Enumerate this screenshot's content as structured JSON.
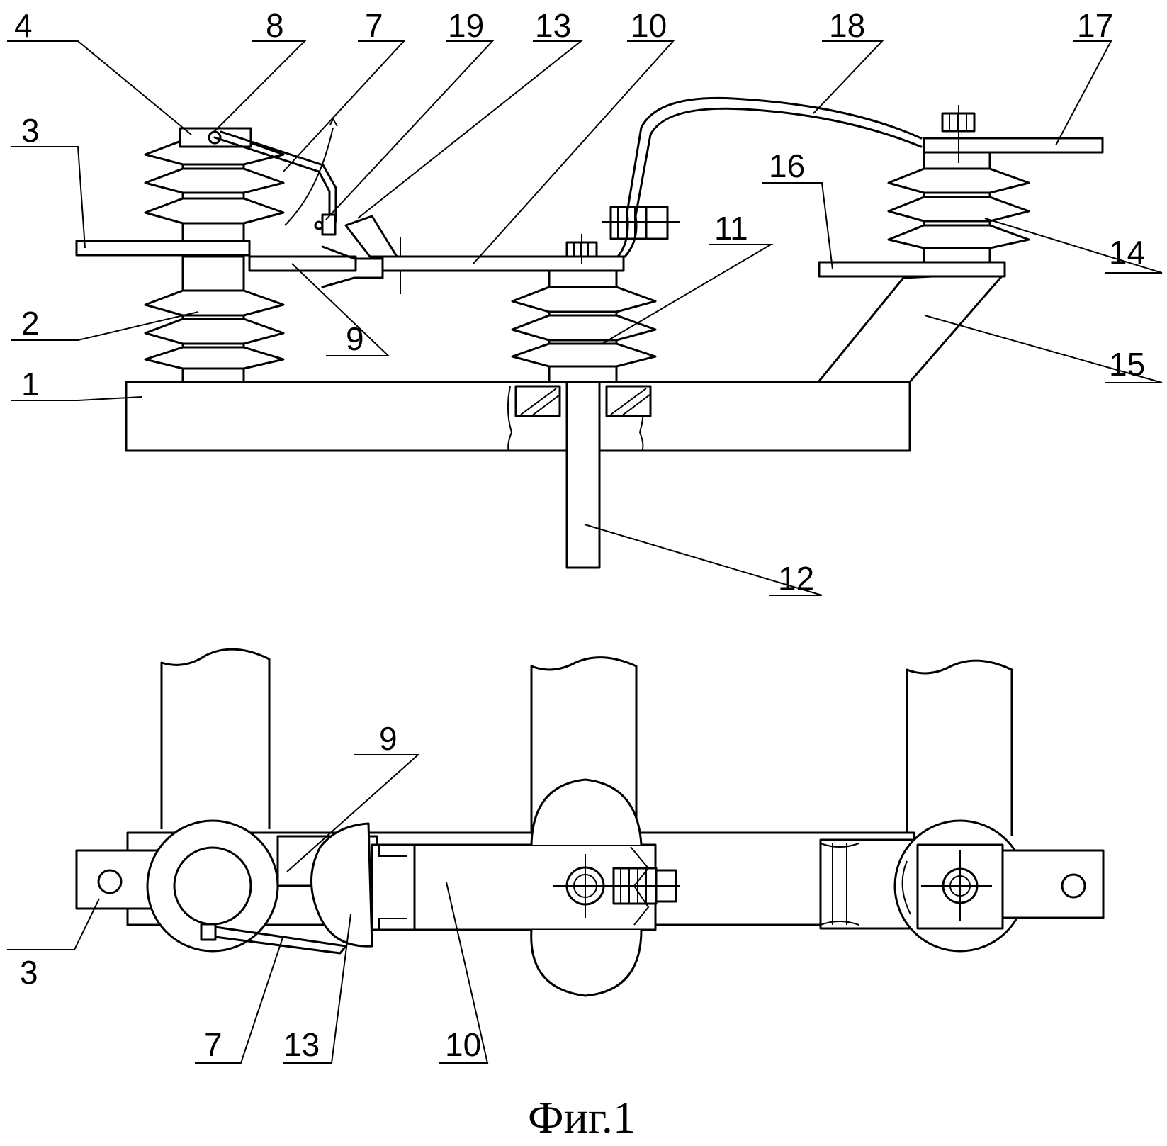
{
  "caption": "Фиг.1",
  "top_view_labels": {
    "l1": "1",
    "l2": "2",
    "l3": "3",
    "l4": "4",
    "l7": "7",
    "l8": "8",
    "l9": "9",
    "l10": "10",
    "l11": "11",
    "l12": "12",
    "l13": "13",
    "l14": "14",
    "l15": "15",
    "l16": "16",
    "l17": "17",
    "l18": "18",
    "l19": "19"
  },
  "bottom_view_labels": {
    "l3": "3",
    "l7": "7",
    "l9": "9",
    "l10": "10",
    "l13": "13"
  }
}
